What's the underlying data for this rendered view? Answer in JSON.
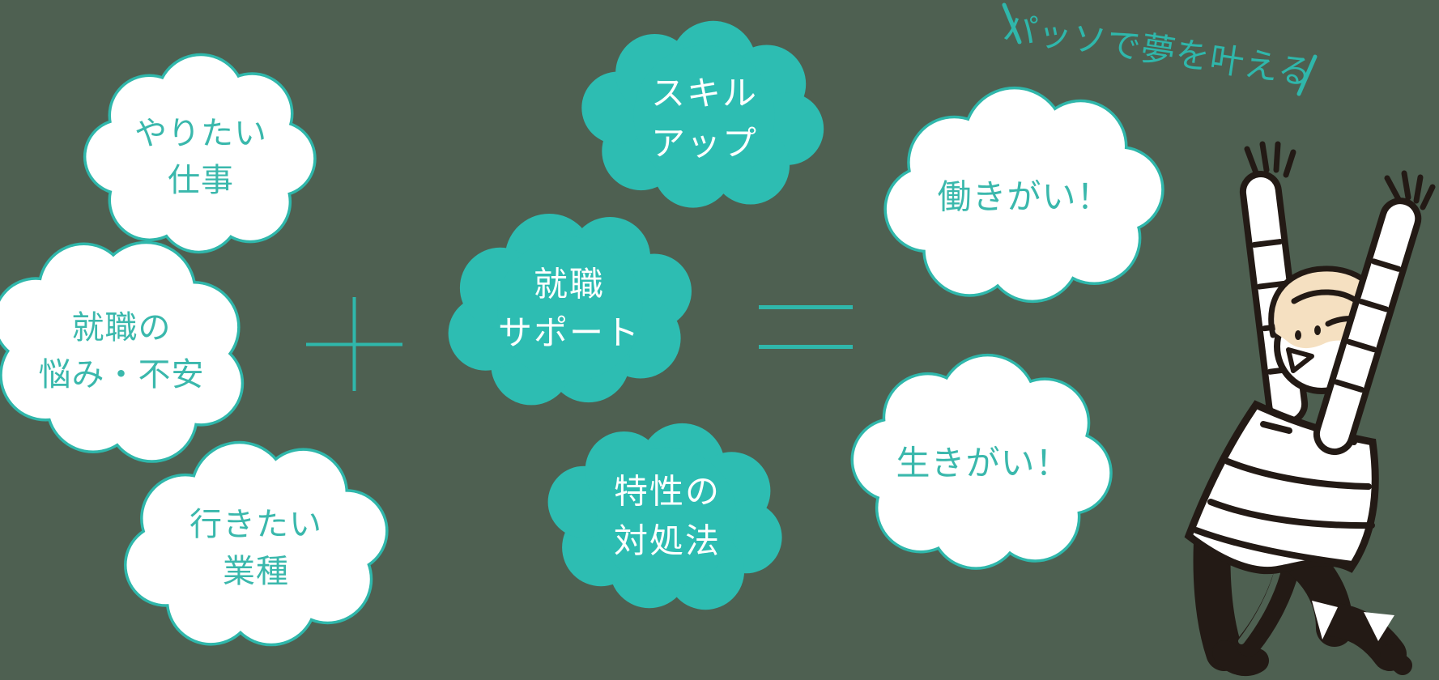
{
  "heading": {
    "text": "パッソで夢を叶える",
    "decoration_left": "＼",
    "decoration_right": "／"
  },
  "formula": {
    "plus": "＋",
    "equals": "＝"
  },
  "clouds": [
    {
      "id": "yaritai-shigoto",
      "style": "white-outline",
      "lines": [
        "やりたい",
        "仕事"
      ]
    },
    {
      "id": "shushoku-nayami-fuan",
      "style": "white-outline",
      "lines": [
        "就職の",
        "悩み・不安"
      ]
    },
    {
      "id": "ikitai-gyoshu",
      "style": "white-outline",
      "lines": [
        "行きたい",
        "業種"
      ]
    },
    {
      "id": "skill-up",
      "style": "teal-solid",
      "lines": [
        "スキル",
        "アップ"
      ]
    },
    {
      "id": "shushoku-support",
      "style": "teal-solid",
      "lines": [
        "就職",
        "サポート"
      ]
    },
    {
      "id": "tokusei-taishoho",
      "style": "teal-solid",
      "lines": [
        "特性の",
        "対処法"
      ]
    },
    {
      "id": "hatarakigai",
      "style": "white-outline",
      "lines": [
        "働きがい！"
      ]
    },
    {
      "id": "ikigai",
      "style": "white-outline",
      "lines": [
        "生きがい！"
      ]
    }
  ],
  "illustration": {
    "name": "jumping-person",
    "shirt": "white-striped",
    "pants": "black"
  },
  "colors": {
    "background": "#4e6051",
    "teal_fill": "#2dbdb2",
    "teal_line": "#2fb7ab",
    "teal_text": "#3ab8ac",
    "white": "#ffffff",
    "ink": "#231a15",
    "hair": "#f5e0c1"
  }
}
